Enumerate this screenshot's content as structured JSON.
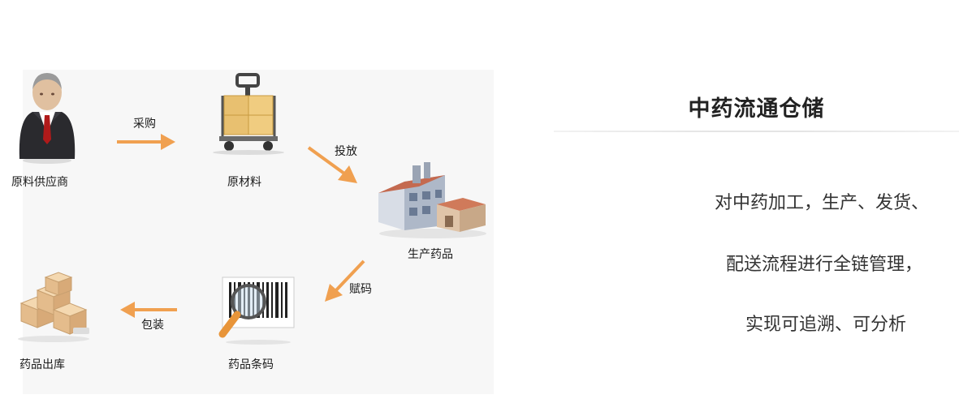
{
  "nodes": {
    "supplier": "原料供应商",
    "raw_material": "原材料",
    "production": "生产药品",
    "barcode": "药品条码",
    "warehouse_out": "药品出库"
  },
  "edges": {
    "purchase": "采购",
    "dispatch": "投放",
    "assign_code": "赋码",
    "packaging": "包装"
  },
  "panel": {
    "title": "中药流通仓储",
    "lines": [
      "对中药加工，生产、发货、",
      "配送流程进行全链管理，",
      "实现可追溯、可分析"
    ]
  },
  "colors": {
    "arrow": "#f0a050",
    "accent_orange": "#e8953a"
  }
}
